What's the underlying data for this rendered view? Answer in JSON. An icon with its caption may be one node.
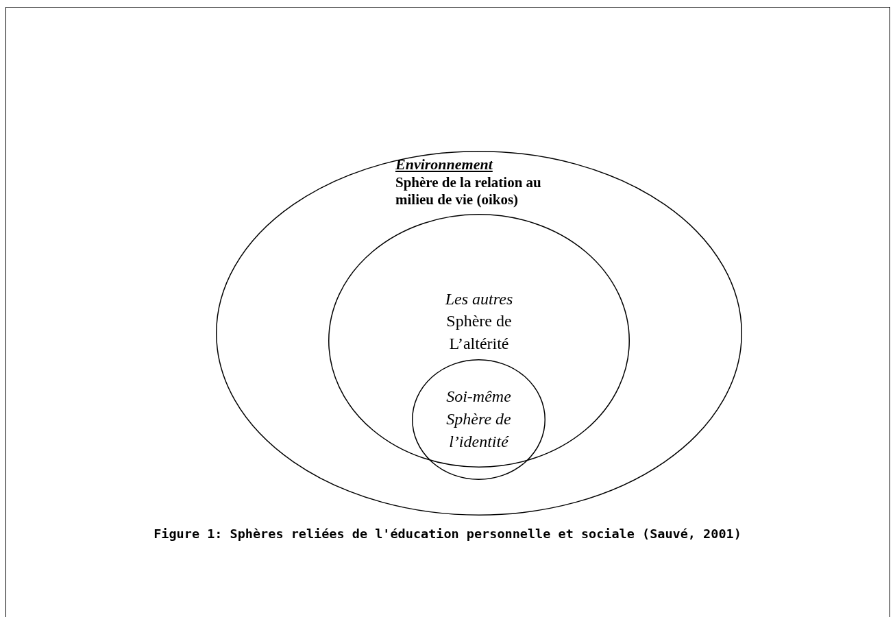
{
  "diagram": {
    "caption": "Figure 1: Sphères reliées de l'éducation personnelle et sociale (Sauvé, 2001)",
    "nodes": [
      {
        "text": [
          "Environnement",
          "Sphère de la relation au milieu de vie (oikos)"
        ]
      },
      {
        "text": [
          "Les autres",
          "Sphère de L’altérité"
        ],
        "in": 0
      },
      {
        "text": [
          "Soi-même",
          "Sphère de l’identité"
        ],
        "in": 1
      }
    ]
  }
}
